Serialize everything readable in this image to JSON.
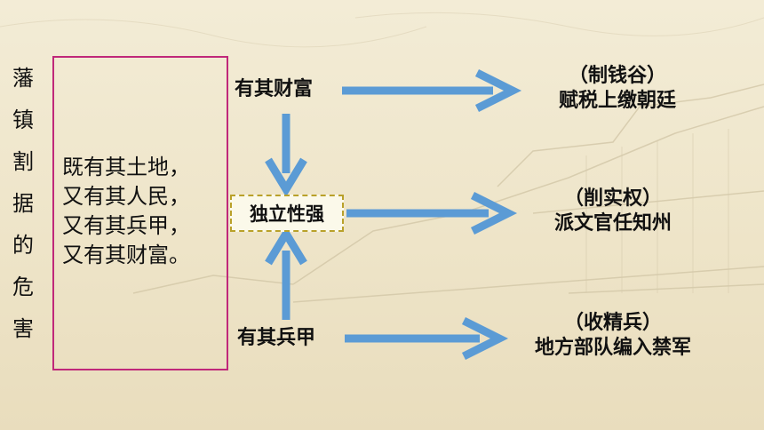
{
  "vertical_title": [
    "藩",
    "镇",
    "割",
    "据",
    "的",
    "危",
    "害"
  ],
  "left_box": {
    "lines": [
      "既有其土地，",
      "又有其人民，",
      "又有其兵甲，",
      "又有其财富。"
    ]
  },
  "nodes": {
    "top": "有其财富",
    "center": "独立性强",
    "bottom": "有其兵甲"
  },
  "results": [
    {
      "heading": "（制钱谷）",
      "detail": "赋税上缴朝廷"
    },
    {
      "heading": "（削实权）",
      "detail": "派文官任知州"
    },
    {
      "heading": "（收精兵）",
      "detail": "地方部队编入禁军"
    }
  ],
  "colors": {
    "arrow": "#5b9bd5",
    "box_border": "#c0287a",
    "center_border": "#b9a12a"
  }
}
